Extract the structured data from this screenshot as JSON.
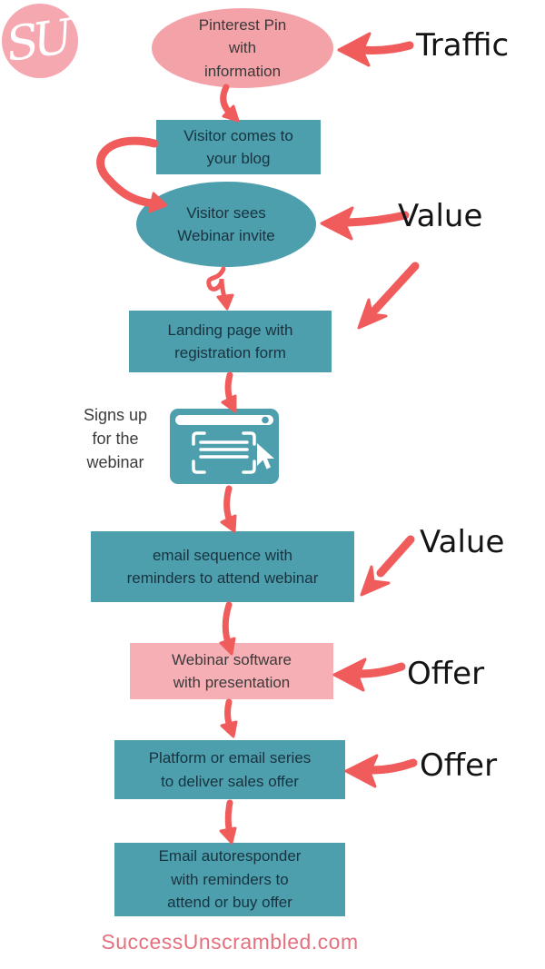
{
  "colors": {
    "teal": "#4e9fae",
    "pink_ellipse": "#f3a2a8",
    "pink_box": "#f6b0b5",
    "logo_pink": "#f6a8b0",
    "arrow_red": "#f05c5c",
    "teal_box_text": "#17333f",
    "pink_box_text": "#3a3a3a",
    "label_text": "#141414",
    "footer_text": "#e4707e"
  },
  "logo": {
    "monogram": "SU"
  },
  "nodes": {
    "pinterest_pin": {
      "shape": "ellipse",
      "color": "#f3a2a8",
      "text": "Pinterest Pin\nwith\ninformation"
    },
    "visitor_blog": {
      "shape": "rectangle",
      "color": "#4e9fae",
      "text": "Visitor comes to\nyour blog"
    },
    "webinar_invite": {
      "shape": "ellipse",
      "color": "#4e9fae",
      "text": "Visitor sees\nWebinar invite"
    },
    "landing_page": {
      "shape": "rectangle",
      "color": "#4e9fae",
      "text": "Landing page with\nregistration form"
    },
    "email_sequence": {
      "shape": "rectangle",
      "color": "#4e9fae",
      "text": "email sequence with\nreminders to attend webinar"
    },
    "webinar_software": {
      "shape": "rectangle",
      "color": "#f6b0b5",
      "text": "Webinar software\nwith presentation"
    },
    "sales_platform": {
      "shape": "rectangle",
      "color": "#4e9fae",
      "text": "Platform or email series\nto deliver sales offer"
    },
    "autoresponder": {
      "shape": "rectangle",
      "color": "#4e9fae",
      "text": "Email autoresponder\nwith reminders to\nattend or buy offer"
    }
  },
  "icons": {
    "signup_browser": "browser-window-with-form-and-cursor"
  },
  "annotations": {
    "signs_up": {
      "text": "Signs up\nfor the\nwebinar"
    }
  },
  "labels": {
    "traffic": "Traffic",
    "value_top": "Value",
    "value_mid": "Value",
    "offer_webinar": "Offer",
    "offer_sales": "Offer"
  },
  "footer": {
    "site": "SuccessUnscrambled.com"
  }
}
